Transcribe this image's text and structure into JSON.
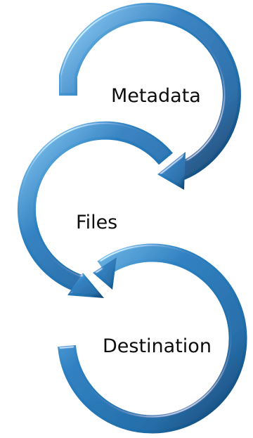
{
  "steps": [
    {
      "label": "Metadata"
    },
    {
      "label": "Files"
    },
    {
      "label": "Destination"
    }
  ],
  "colors": {
    "arrow_fill": "#1f6ca8",
    "arrow_highlight": "#7ec3ee",
    "arrow_shadow": "#0c3f6b",
    "text": "#0d0d0d",
    "background": "#ffffff"
  }
}
